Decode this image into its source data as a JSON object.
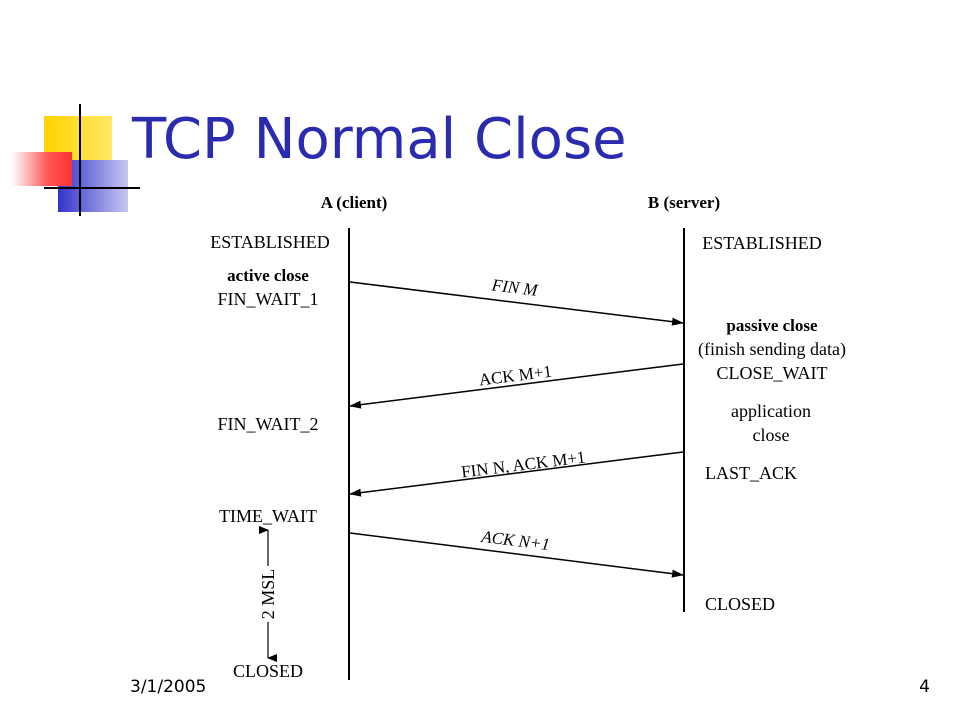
{
  "slide": {
    "title": "TCP Normal Close",
    "date": "3/1/2005",
    "page_number": "4"
  },
  "diagram": {
    "client_header": "A (client)",
    "server_header": "B (server)",
    "client_states": {
      "established": "ESTABLISHED",
      "active_close": "active close",
      "fin_wait_1": "FIN_WAIT_1",
      "fin_wait_2": "FIN_WAIT_2",
      "time_wait": "TIME_WAIT",
      "closed": "CLOSED"
    },
    "server_states": {
      "established": "ESTABLISHED",
      "passive_close": "passive close",
      "finish_sending": "(finish sending data)",
      "close_wait": "CLOSE_WAIT",
      "application": "application",
      "close": "close",
      "last_ack": "LAST_ACK",
      "closed": "CLOSED"
    },
    "messages": {
      "fin_m": "FIN M",
      "ack_m1": "ACK M+1",
      "fin_n_ack": "FIN N, ACK M+1",
      "ack_n1": "ACK N+1"
    },
    "msl_label": "2 MSL"
  },
  "colors": {
    "title": "#2b2bb0",
    "deco_yellow": "#ffd400",
    "deco_blue": "#3333cc",
    "deco_red": "#ff3333"
  }
}
